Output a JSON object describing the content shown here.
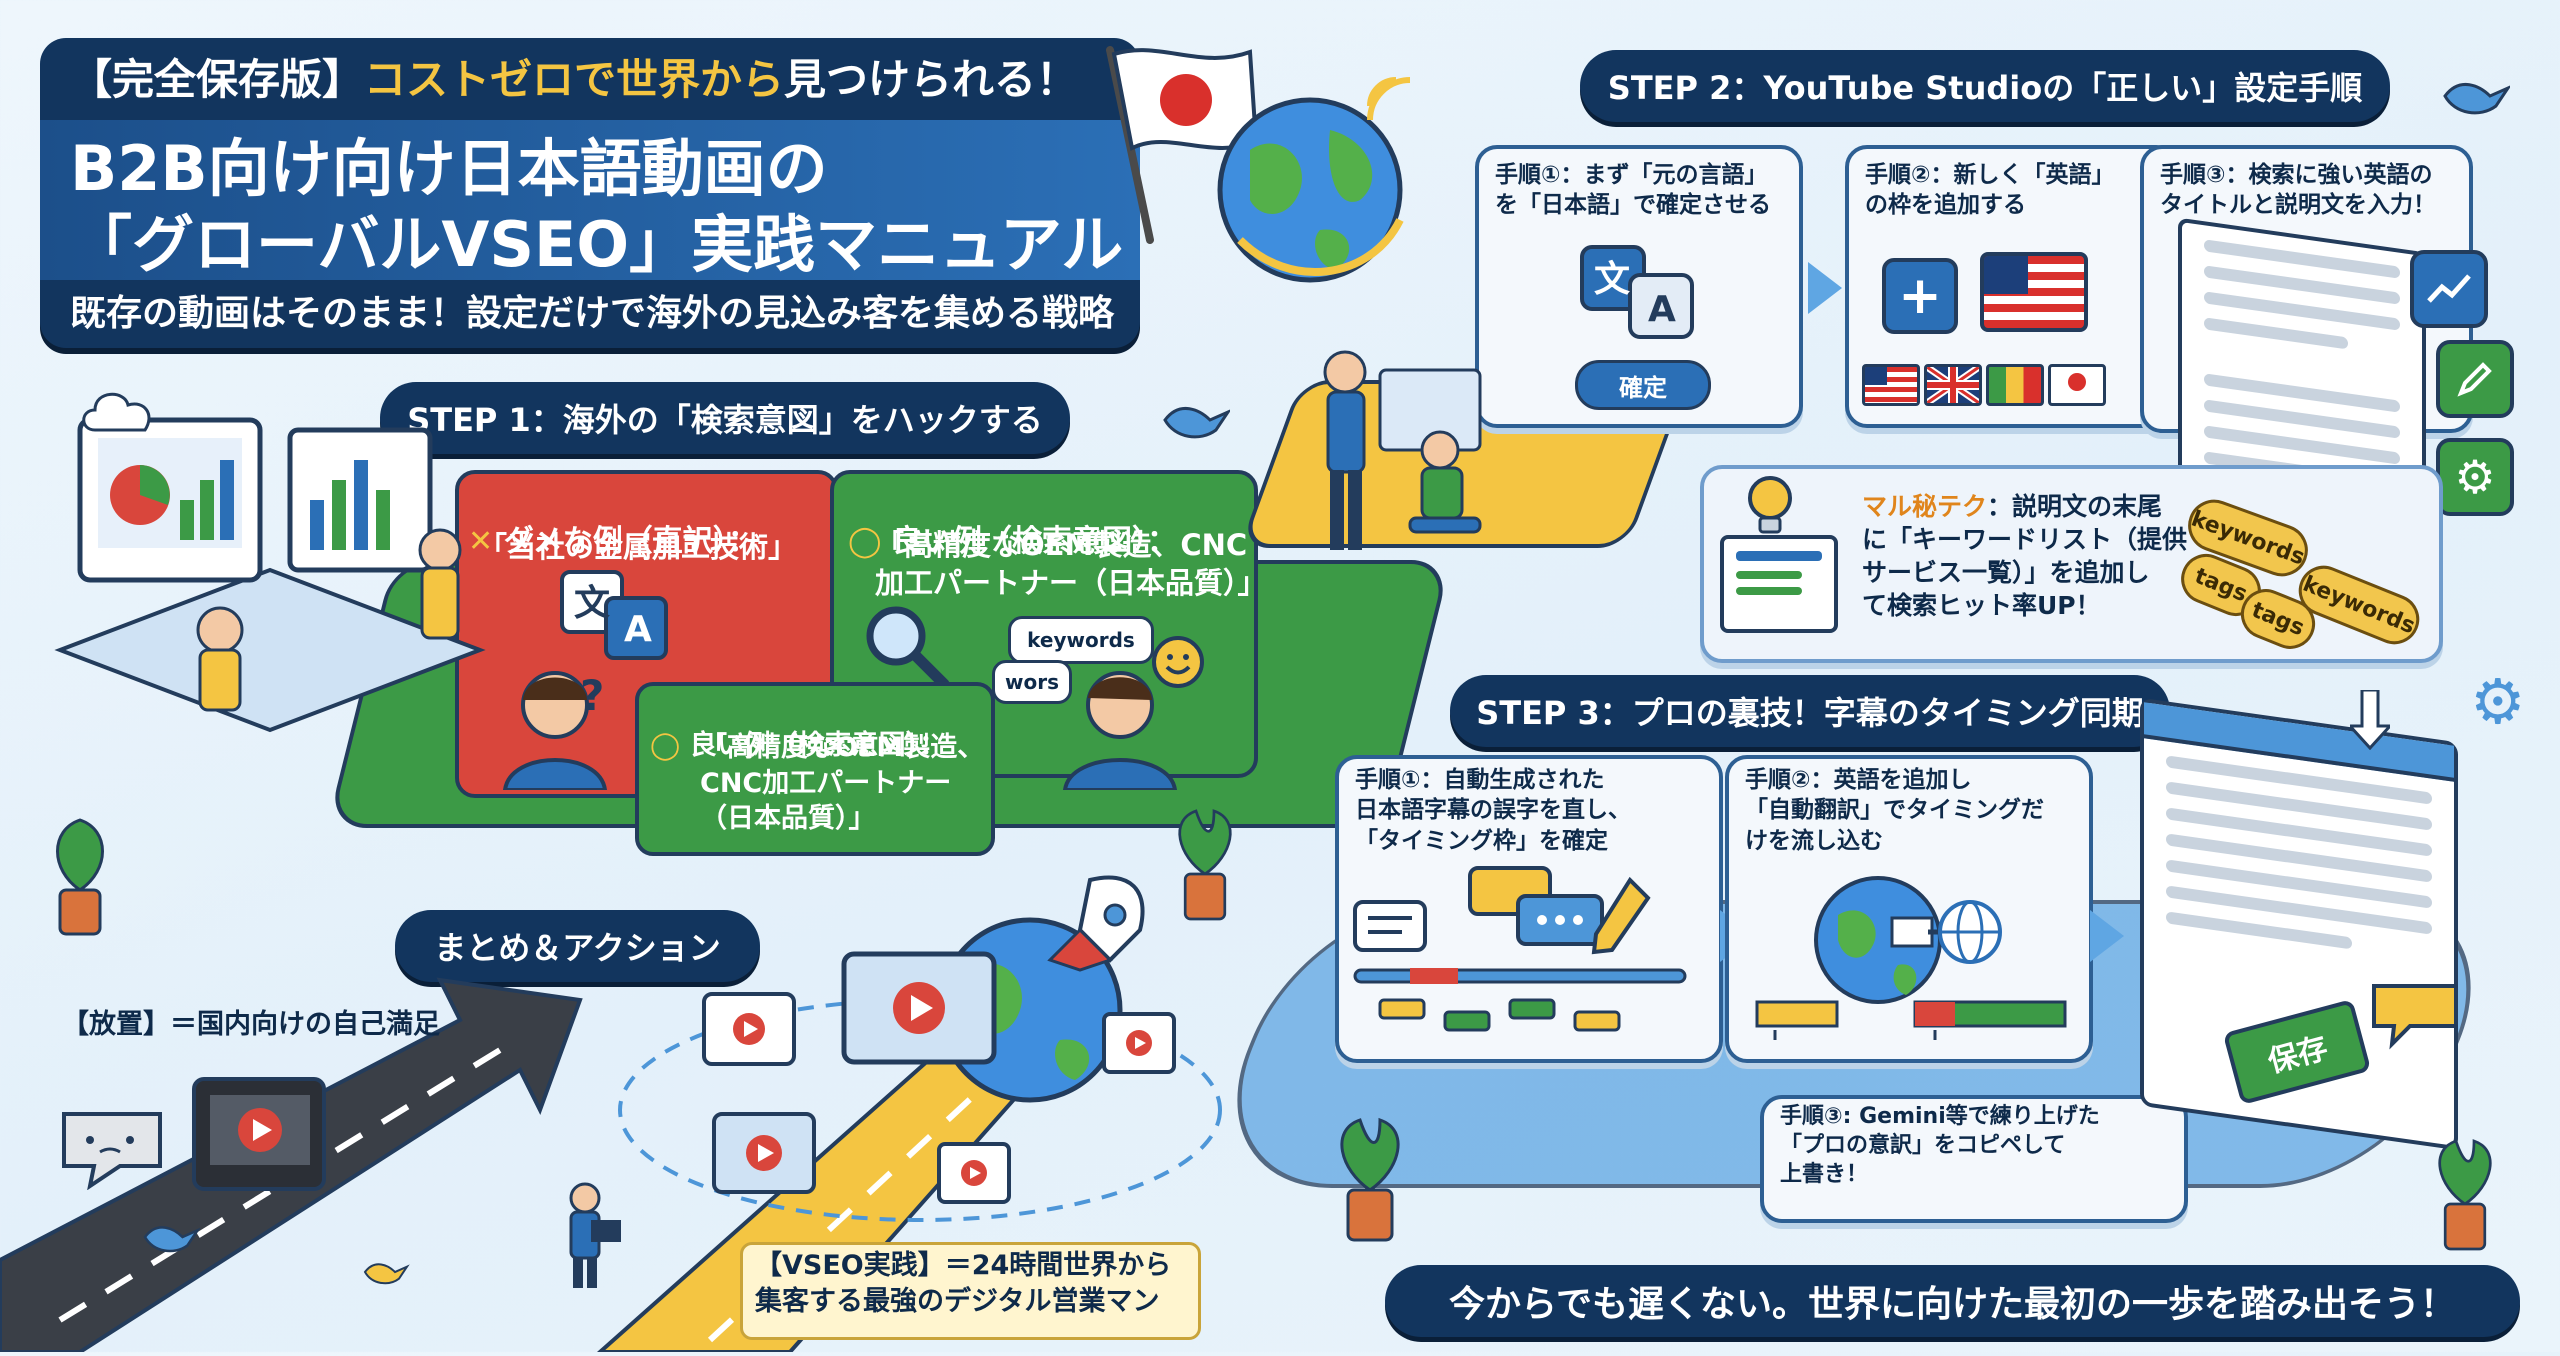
{
  "header": {
    "kicker_bracket": "【完全保存版】",
    "kicker_highlight": "コストゼロで世界から",
    "kicker_rest": "見つけられる！",
    "title_line1": "B2B向け向け日本語動画の",
    "title_line2": "「グローバルVSEO」実践マニュアル",
    "subtitle": "既存の動画はそのまま！設定だけで海外の見込み客を集める戦略"
  },
  "step1": {
    "title": "STEP 1：海外の「検索意図」をハックする",
    "bad_label": "ダメな例（直訳）：",
    "bad_text": "「当社の金属加工技術」",
    "good_label": "良い例（検索意図）：",
    "good_text": "「高精度なOEM製造、CNC\n加工パートナー（日本品質）」",
    "good2_label": "良い例（検索意図）：",
    "good2_text": "「高精度なOEM製造、\nCNC加工パートナー\n（日本品質）」",
    "bubble_keywords": "keywords",
    "bubble_wors": "wors",
    "translate_glyph_a": "文",
    "translate_glyph_b": "A",
    "question_mark": "?"
  },
  "step2": {
    "title": "STEP 2：YouTube Studioの「正しい」設定手順",
    "card1_text": "手順①：まず「元の言語」\nを「日本語」で確定させる",
    "card1_button": "確定",
    "card2_text": "手順②：新しく「英語」\nの枠を追加する",
    "card3_text": "手順③：検索に強い英語の\nタイトルと説明文を入力！",
    "tip_label": "マル秘テク",
    "tip_text": "：説明文の末尾\nに「キーワードリスト（提供\nサービス一覧）」を追加し\nて検索ヒット率UP！",
    "tags": [
      "keywords",
      "tags",
      "keywords",
      "tags"
    ]
  },
  "step3": {
    "title": "STEP 3：プロの裏技！字幕のタイミング同期",
    "card1_text": "手順①：自動生成された\n日本語字幕の誤字を直し、\n「タイミング枠」を確定",
    "card2_text": "手順②：英語を追加し\n「自動翻訳」でタイミングだ\nけを流し込む",
    "card3_text": "手順③: Gemini等で練り上げた\n「プロの意訳」をコピペして\n上書き！",
    "save_button": "保存"
  },
  "summary": {
    "title": "まとめ＆アクション",
    "bad_text": "【放置】＝国内向けの自己満足",
    "good_text": "【VSEO実践】＝24時間世界から\n集客する最強のデジタル営業マン"
  },
  "footer": {
    "cta": "今からでも遅くない。世界に向けた最初の一歩を踏み出そう！"
  },
  "colors": {
    "navy": "#12355e",
    "accent_yellow": "#f4c542",
    "bad_red": "#d9463c",
    "good_green": "#3c9a46"
  }
}
